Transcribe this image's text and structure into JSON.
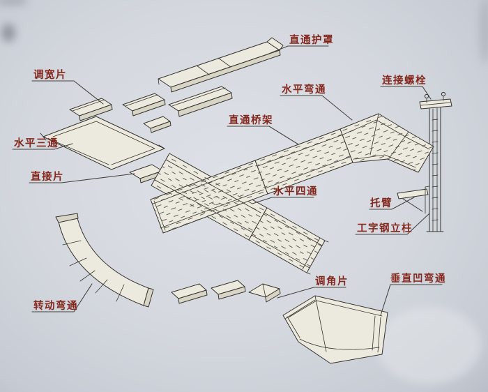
{
  "colors": {
    "paper": "#d5d9df",
    "drawing_line": "#35332d",
    "label_text": "#84281d",
    "leader_line": "#45423c",
    "tray_fill": "#ece9de",
    "tray_side_fill": "#d9d5c6",
    "hatch": "#5f5e54"
  },
  "labels": [
    {
      "id": "straight-cover",
      "text": "直通护罩"
    },
    {
      "id": "width-adjust-piece",
      "text": "调宽片"
    },
    {
      "id": "horizontal-elbow",
      "text": "水平弯通"
    },
    {
      "id": "connecting-bolt",
      "text": "连接螺栓"
    },
    {
      "id": "straight-tray",
      "text": "直通桥架"
    },
    {
      "id": "horizontal-tee",
      "text": "水平三通"
    },
    {
      "id": "direct-piece",
      "text": "直接片"
    },
    {
      "id": "horizontal-cross",
      "text": "水平四通"
    },
    {
      "id": "bracket-arm",
      "text": "托臂"
    },
    {
      "id": "i-beam-column",
      "text": "工字钢立柱"
    },
    {
      "id": "angle-adjust-piece",
      "text": "调角片"
    },
    {
      "id": "vertical-concave-elbow",
      "text": "垂直凹弯通"
    },
    {
      "id": "rotating-elbow",
      "text": "转动弯通"
    }
  ]
}
